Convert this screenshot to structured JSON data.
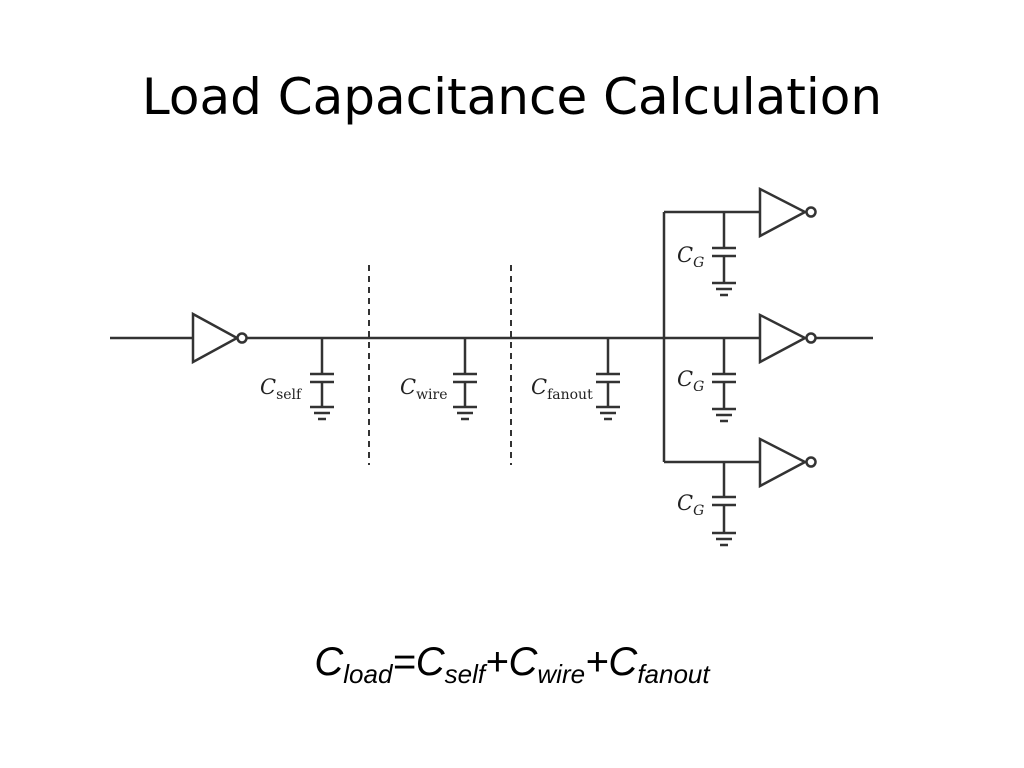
{
  "slide": {
    "title": "Load Capacitance Calculation"
  },
  "circuit": {
    "labels": {
      "c_self": {
        "base": "C",
        "sub": "self"
      },
      "c_wire": {
        "base": "C",
        "sub": "wire"
      },
      "c_fanout": {
        "base": "C",
        "sub": "fanout"
      },
      "c_g": {
        "base": "C",
        "sub": "G"
      }
    }
  },
  "formula": {
    "c": "C",
    "load_sub": "load",
    "eq": "=",
    "self_sub": "self",
    "plus": "+",
    "wire_sub": "wire",
    "fanout_sub": "fanout"
  }
}
